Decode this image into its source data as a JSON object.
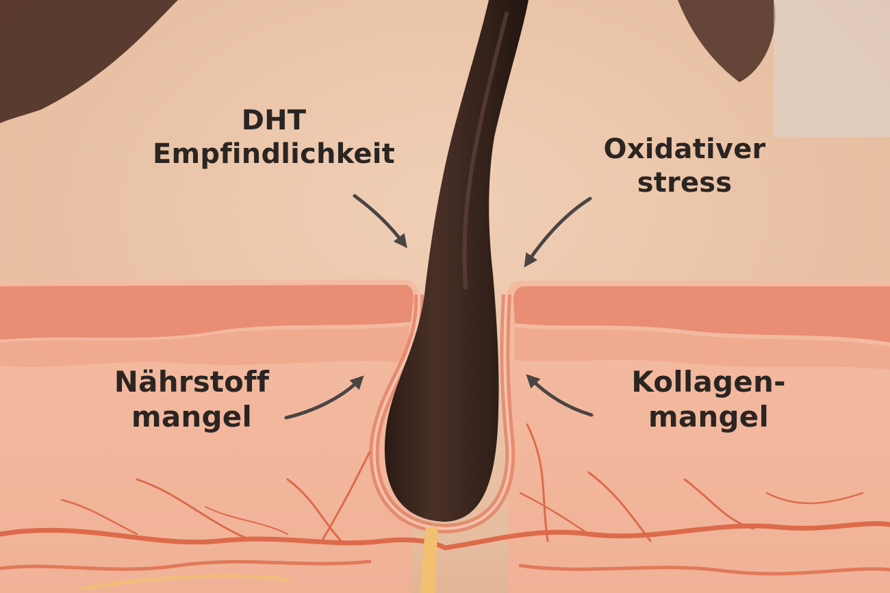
{
  "labels": {
    "dht": [
      "DHT",
      "Empfindlichkeit"
    ],
    "oxidative": [
      "Oxidativer",
      "stress"
    ],
    "naehrstoff": [
      "Nährstoff",
      "mangel"
    ],
    "kollagen": [
      "Kollagen-",
      "mangel"
    ]
  },
  "colors": {
    "skin_surface": "#ecc6a9",
    "dermis": "#f2b69c",
    "upper_band": "#e9927a",
    "vessel": "#dd6a4a",
    "hair": "#3a2620",
    "arrow": "#4a4443",
    "text": "#2b2522"
  }
}
